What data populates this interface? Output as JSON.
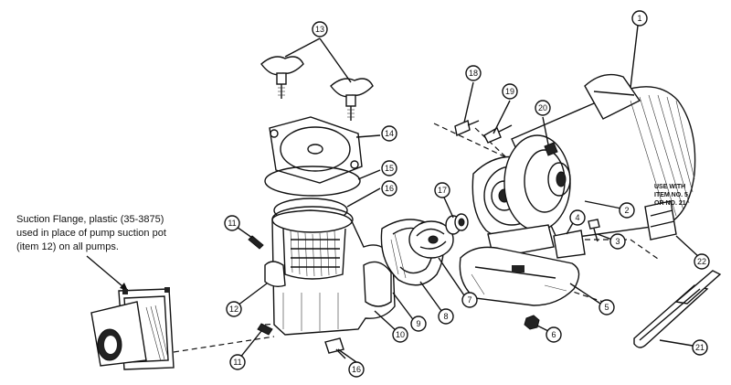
{
  "caption": {
    "lines": [
      "Suction Flange, plastic (35-3875)",
      "used in place of pump suction pot",
      "(item 12) on all pumps."
    ]
  },
  "note_22": {
    "lines": [
      "USE WITH",
      "ITEM NO. 5,",
      "OR NO. 21"
    ]
  },
  "callouts": [
    "1",
    "2",
    "3",
    "4",
    "5",
    "6",
    "7",
    "8",
    "9",
    "10",
    "11",
    "11",
    "12",
    "13",
    "14",
    "15",
    "16",
    "17",
    "18",
    "19",
    "20",
    "21",
    "22",
    "16"
  ]
}
